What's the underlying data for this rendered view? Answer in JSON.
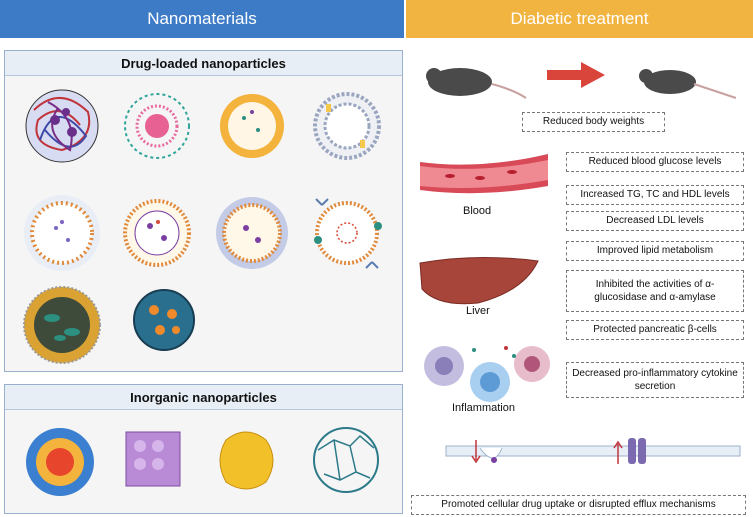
{
  "headers": {
    "left": "Nanomaterials",
    "right": "Diabetic treatment"
  },
  "panels": {
    "drug": "Drug-loaded nanoparticles",
    "inorganic": "Inorganic nanoparticles"
  },
  "labels": {
    "blood": "Blood",
    "liver": "Liver",
    "inflammation": "Inflammation"
  },
  "effects": {
    "body_weight": "Reduced body weights",
    "blood_glucose": "Reduced blood glucose levels",
    "tg_tc_hdl": "Increased TG, TC and HDL levels",
    "ldl": "Decreased LDL levels",
    "lipid": "Improved lipid metabolism",
    "enzymes": "Inhibited the activities of α-glucosidase and α-amylase",
    "beta_cells": "Protected pancreatic β-cells",
    "cytokine": "Decreased pro-inflammatory cytokine secretion",
    "uptake": "Promoted cellular drug uptake or disrupted efflux mechanisms"
  },
  "colors": {
    "header_left": "#3d7bc7",
    "header_right": "#f2b441",
    "arrow": "#d9453a",
    "liver": "#a8453a",
    "blood": "#d84a57"
  }
}
